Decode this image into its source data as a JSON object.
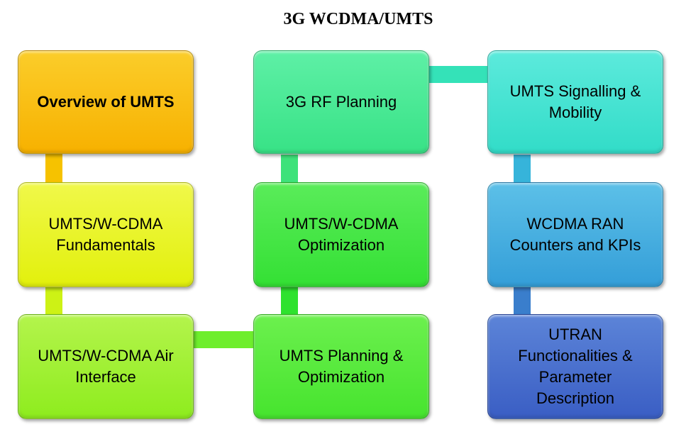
{
  "title": "3G WCDMA/UMTS",
  "boxes": {
    "overview": "Overview of UMTS",
    "fundamentals": "UMTS/W-CDMA Fundamentals",
    "air_interface": "UMTS/W-CDMA Air Interface",
    "rf_planning": "3G RF Planning",
    "optimization": "UMTS/W-CDMA Optimization",
    "planning_optimization": "UMTS Planning & Optimization",
    "signalling_mobility": "UMTS Signalling & Mobility",
    "ran_counters": "WCDMA RAN Counters and KPIs",
    "utran": "UTRAN Functionalities & Parameter Description"
  },
  "colors": {
    "orange": "#f9b800",
    "yellow": "#e9f411",
    "yellow_green": "#9ef026",
    "green": "#3ee63a",
    "green_teal": "#3ee58c",
    "teal": "#36e0cc",
    "blue_teal": "#3aa8dc",
    "blue": "#3a63c8"
  }
}
